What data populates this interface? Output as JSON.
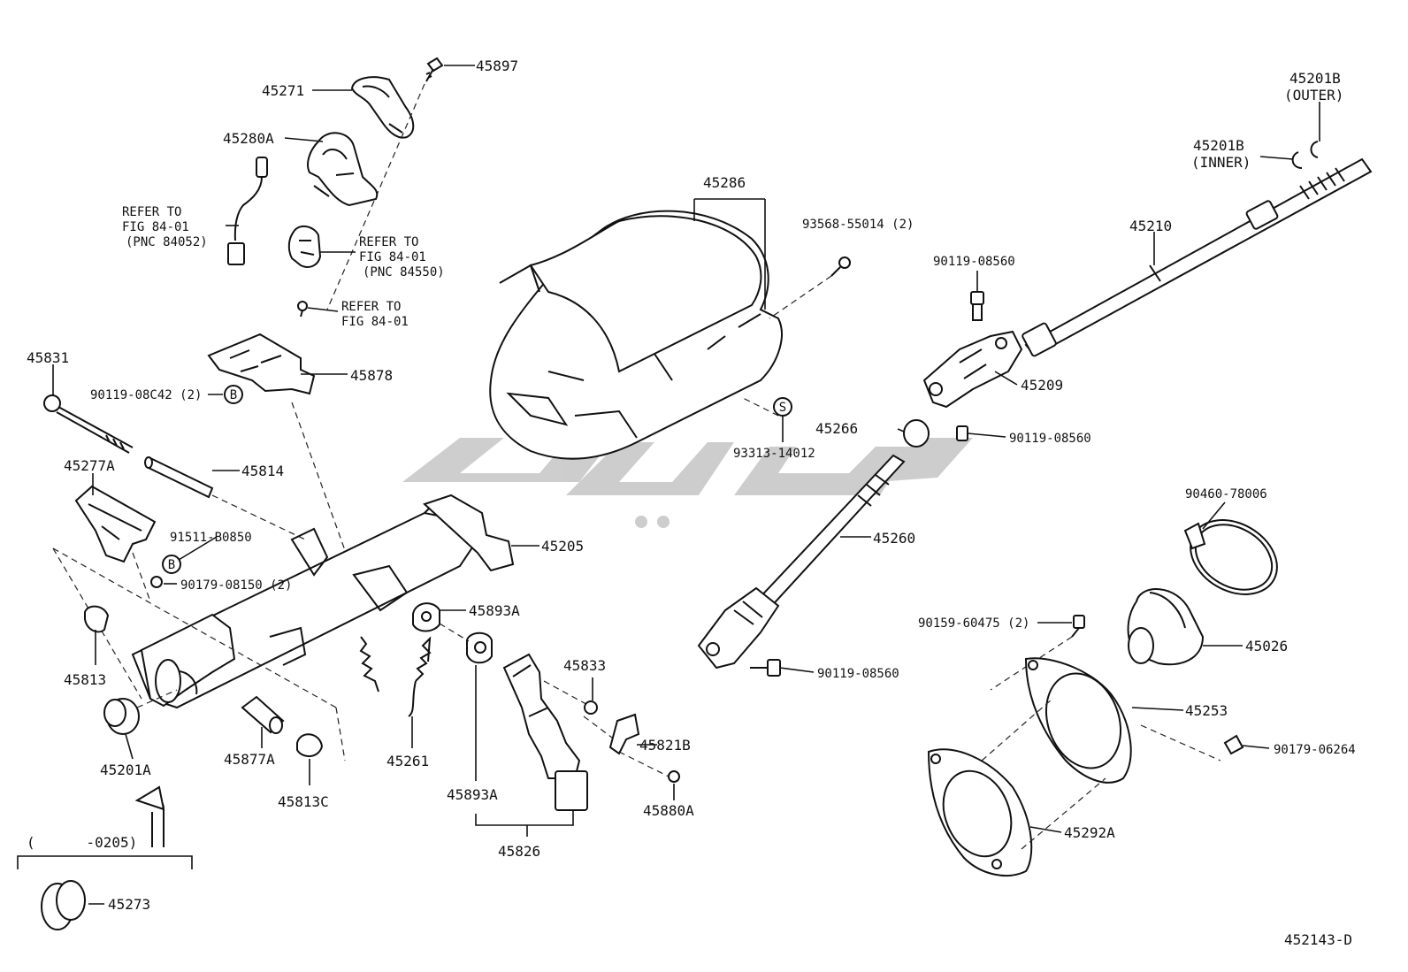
{
  "watermark": "جیپ",
  "diagram_id": "452143-D",
  "callouts": {
    "c45897": "45897",
    "c45271": "45271",
    "c45280A": "45280A",
    "ref1a": "REFER TO",
    "ref1b": "FIG 84-01",
    "ref1c": "(PNC 84052)",
    "ref2a": "REFER TO",
    "ref2b": "FIG 84-01",
    "ref2c": "(PNC 84550)",
    "ref3a": "REFER TO",
    "ref3b": "FIG 84-01",
    "c45831": "45831",
    "c90119_08C42": "90119-08C42 (2)",
    "c45878": "45878",
    "c45277A": "45277A",
    "c45814": "45814",
    "c91511": "91511-B0850",
    "c90179_08150": "90179-08150 (2)",
    "c45205": "45205",
    "c45813": "45813",
    "c45893A_1": "45893A",
    "c45201A": "45201A",
    "c45877A": "45877A",
    "c45813C": "45813C",
    "c45261": "45261",
    "c45833": "45833",
    "c45821B": "45821B",
    "c45880A": "45880A",
    "c45893A_2": "45893A",
    "c45826": "45826",
    "c0205": "(      -0205)",
    "c45273": "45273",
    "c45286": "45286",
    "c93568": "93568-55014 (2)",
    "c93313": "93313-14012",
    "c45266": "45266",
    "c45260": "45260",
    "c90119_08560_a": "90119-08560",
    "c45209": "45209",
    "c90119_08560_b": "90119-08560",
    "c90119_08560_c": "90119-08560",
    "c45210": "45210",
    "c45201B_outer": "45201B",
    "outer": "(OUTER)",
    "c45201B_inner": "45201B",
    "inner": "(INNER)",
    "c90460": "90460-78006",
    "c45026": "45026",
    "c90159": "90159-60475 (2)",
    "c45253": "45253",
    "c90179_06264": "90179-06264",
    "c45292A": "45292A",
    "badgeB": "B",
    "badgeS": "S"
  }
}
